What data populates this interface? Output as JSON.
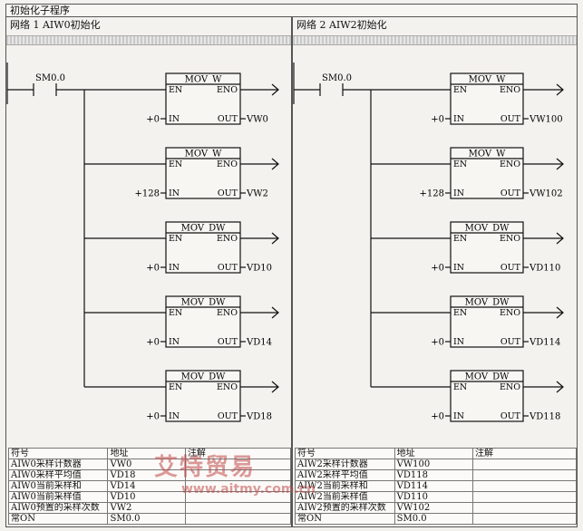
{
  "title": "初始化子程序",
  "networks": [
    {
      "header": "网络 1   AIW0初始化",
      "contact": "SM0.0",
      "blocks": [
        {
          "name": "MOV_W",
          "in": "+0",
          "out": "VW0"
        },
        {
          "name": "MOV_W",
          "in": "+128",
          "out": "VW2"
        },
        {
          "name": "MOV_DW",
          "in": "+0",
          "out": "VD10"
        },
        {
          "name": "MOV_DW",
          "in": "+0",
          "out": "VD14"
        },
        {
          "name": "MOV_DW",
          "in": "+0",
          "out": "VD18"
        }
      ],
      "table": {
        "headers": [
          "符号",
          "地址",
          "注解"
        ],
        "rows": [
          [
            "AIW0采样计数器",
            "VW0",
            ""
          ],
          [
            "AIW0采样平均值",
            "VD18",
            ""
          ],
          [
            "AIW0当前采样和",
            "VD14",
            ""
          ],
          [
            "AIW0当前采样值",
            "VD10",
            ""
          ],
          [
            "AIW0预置的采样次数",
            "VW2",
            ""
          ],
          [
            "常ON",
            "SM0.0",
            ""
          ]
        ]
      }
    },
    {
      "header": "网络 2   AIW2初始化",
      "contact": "SM0.0",
      "blocks": [
        {
          "name": "MOV_W",
          "in": "+0",
          "out": "VW100"
        },
        {
          "name": "MOV_W",
          "in": "+128",
          "out": "VW102"
        },
        {
          "name": "MOV_DW",
          "in": "+0",
          "out": "VD110"
        },
        {
          "name": "MOV_DW",
          "in": "+0",
          "out": "VD114"
        },
        {
          "name": "MOV_DW",
          "in": "+0",
          "out": "VD118"
        }
      ],
      "table": {
        "headers": [
          "符号",
          "地址",
          "注解"
        ],
        "rows": [
          [
            "AIW2采样计数器",
            "VW100",
            ""
          ],
          [
            "AIW2采样平均值",
            "VD118",
            ""
          ],
          [
            "AIW2当前采样和",
            "VD114",
            ""
          ],
          [
            "AIW2当前采样值",
            "VD110",
            ""
          ],
          [
            "AIW2预置的采样次数",
            "VW102",
            ""
          ],
          [
            "常ON",
            "SM0.0",
            ""
          ]
        ]
      }
    }
  ],
  "pins": {
    "en": "EN",
    "eno": "ENO",
    "in": "IN",
    "out": "OUT"
  },
  "watermark": {
    "brand": "艾特贸易",
    "url": "www.aitmy.com.cn"
  }
}
